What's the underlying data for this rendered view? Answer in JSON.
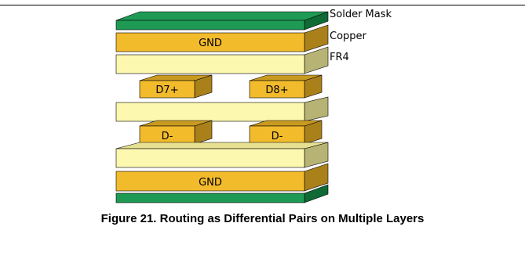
{
  "labels": {
    "solder_mask": "Solder Mask",
    "copper": "Copper",
    "fr4": "FR4"
  },
  "layers": {
    "gnd_top": "GND",
    "d7p": "D7+",
    "d8p": "D8+",
    "dminus_left": "D-",
    "dminus_right": "D-",
    "gnd_bottom": "GND"
  },
  "caption": "Figure 21. Routing as Differential Pairs on Multiple Layers",
  "colors": {
    "green_face": "#1e9a54",
    "green_side": "#0f6a35",
    "copper_face": "#f2bb2c",
    "copper_side": "#a9801a",
    "fr4_face": "#fdf8b0",
    "fr4_side": "#b7b374",
    "outline": "#000000"
  }
}
